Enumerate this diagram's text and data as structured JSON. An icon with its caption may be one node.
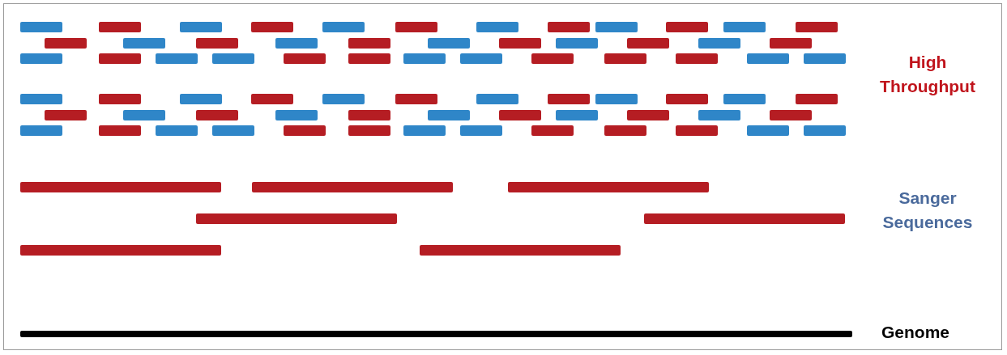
{
  "diagram": {
    "labels": [
      "High Throughput",
      "Sanger Sequences",
      "Genome"
    ]
  }
}
